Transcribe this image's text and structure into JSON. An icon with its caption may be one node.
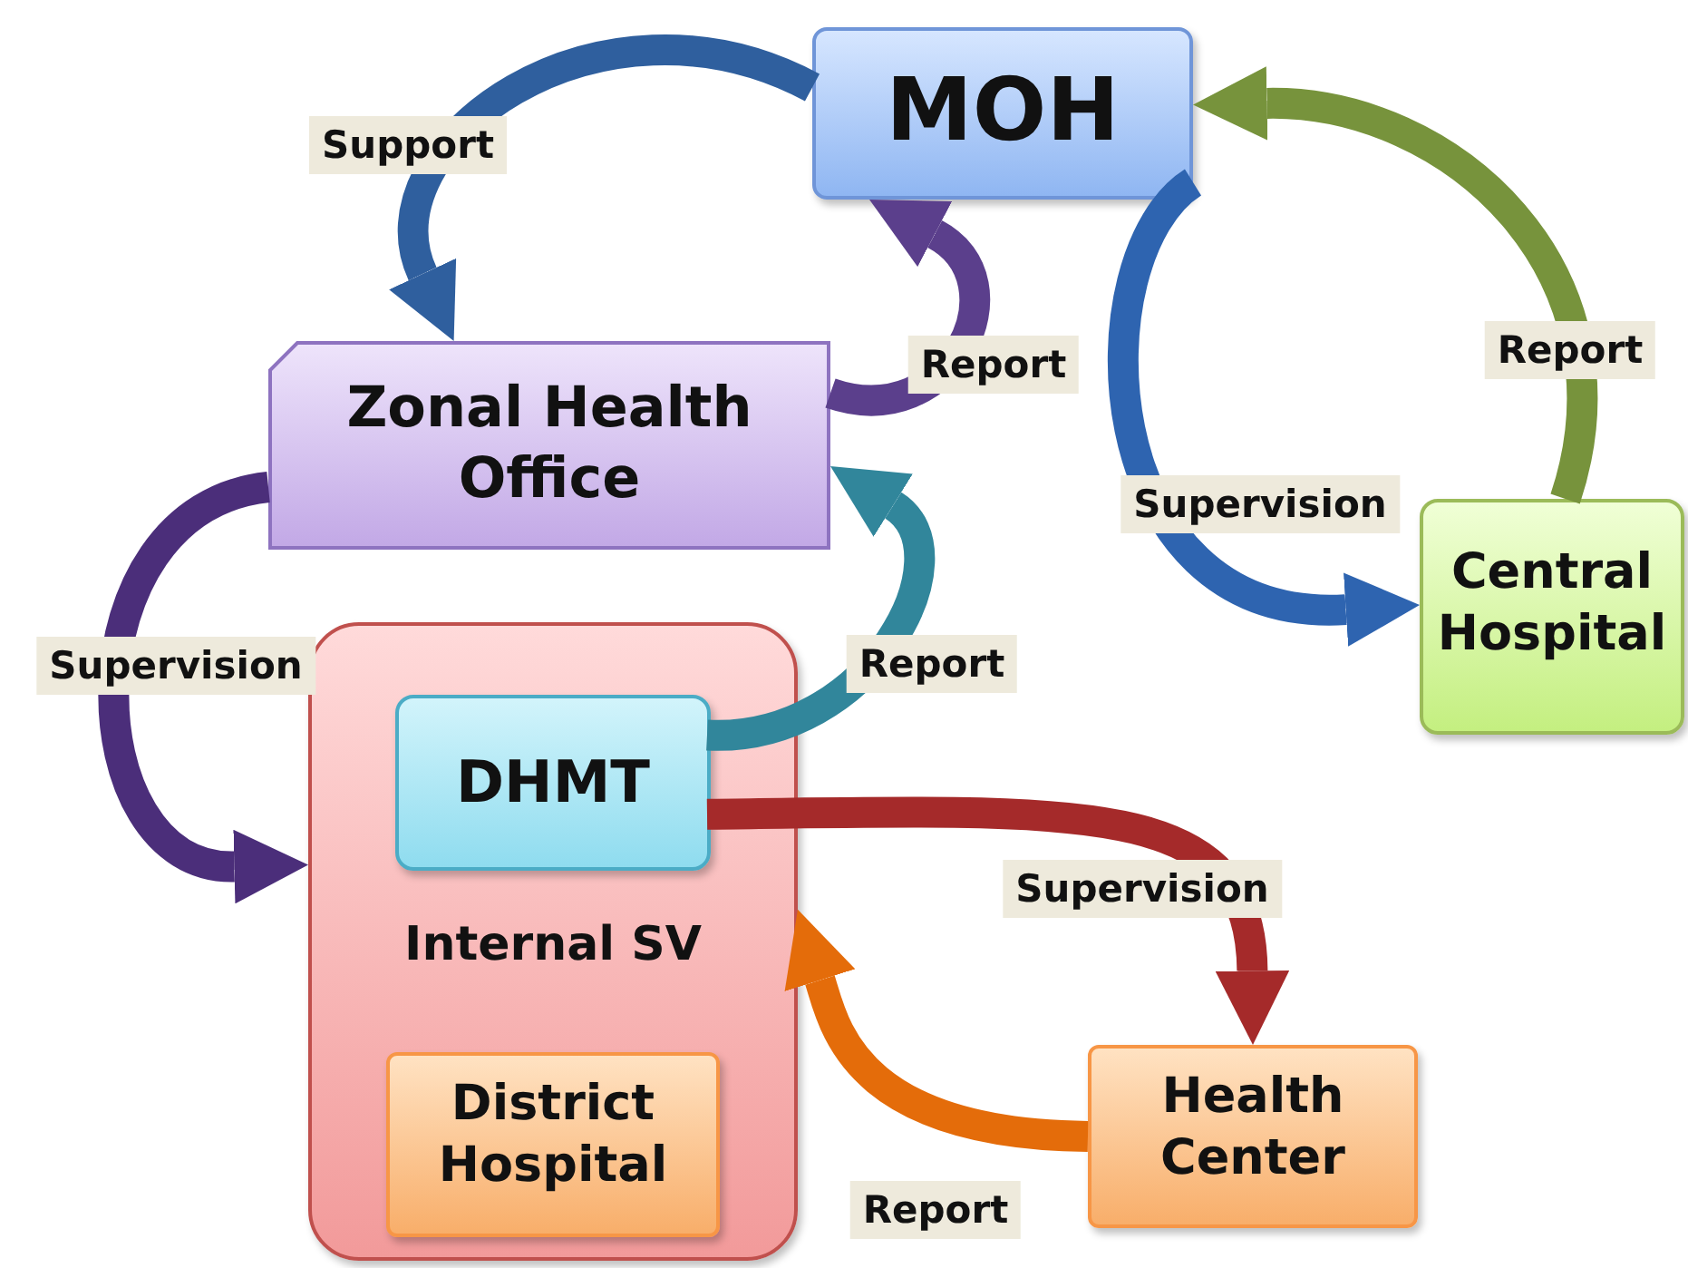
{
  "diagram": {
    "nodes": [
      {
        "text": [
          "MOH"
        ]
      },
      {
        "text": [
          "Zonal Health Office"
        ]
      },
      {
        "text": [
          "Internal SV"
        ]
      },
      {
        "text": [
          "DHMT"
        ],
        "in": 2
      },
      {
        "text": [
          "District Hospital"
        ],
        "in": 2
      },
      {
        "text": [
          "Central Hospital"
        ]
      },
      {
        "text": [
          "Health Center"
        ]
      }
    ],
    "edges": [
      {
        "from": 0,
        "to": 1,
        "arrow": "to",
        "label": "Support",
        "color": "#2f5f9e"
      },
      {
        "from": 1,
        "to": 0,
        "arrow": "to",
        "label": "Report",
        "color": "#5b3f8c"
      },
      {
        "from": 0,
        "to": 5,
        "arrow": "to",
        "label": "Supervision",
        "color": "#2e64b0"
      },
      {
        "from": 5,
        "to": 0,
        "arrow": "to",
        "label": "Report",
        "color": "#77933c"
      },
      {
        "from": 1,
        "to": 2,
        "arrow": "to",
        "label": "Supervision",
        "color": "#4b2e7a"
      },
      {
        "from": 3,
        "to": 1,
        "arrow": "to",
        "label": "Report",
        "color": "#31869b"
      },
      {
        "from": 3,
        "to": 6,
        "arrow": "to",
        "label": "Supervision",
        "color": "#a52a2a"
      },
      {
        "from": 6,
        "to": 2,
        "arrow": "to",
        "label": "Report",
        "color": "#e46c0a"
      }
    ]
  }
}
